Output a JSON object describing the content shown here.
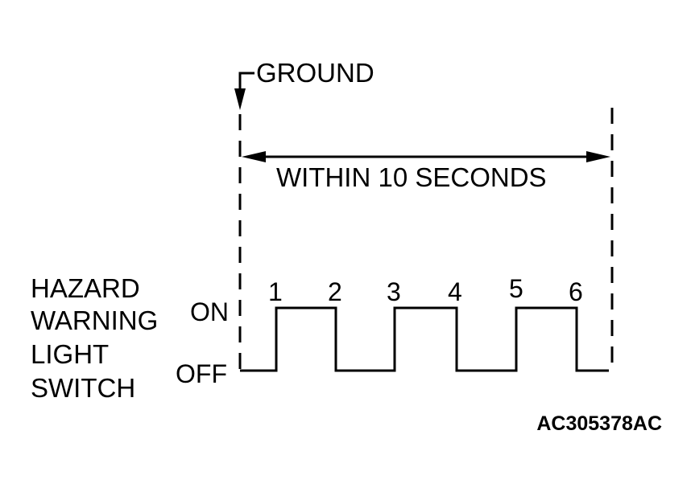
{
  "colors": {
    "line": "#000000",
    "background": "#ffffff"
  },
  "ground_label": "GROUND",
  "interval_label": "WITHIN 10 SECONDS",
  "switch_label": [
    "HAZARD",
    "WARNING",
    "LIGHT",
    "SWITCH"
  ],
  "state_on": "ON",
  "state_off": "OFF",
  "pulse_numbers": [
    "1",
    "2",
    "3",
    "4",
    "5",
    "6"
  ],
  "figure_code": "AC305378AC"
}
